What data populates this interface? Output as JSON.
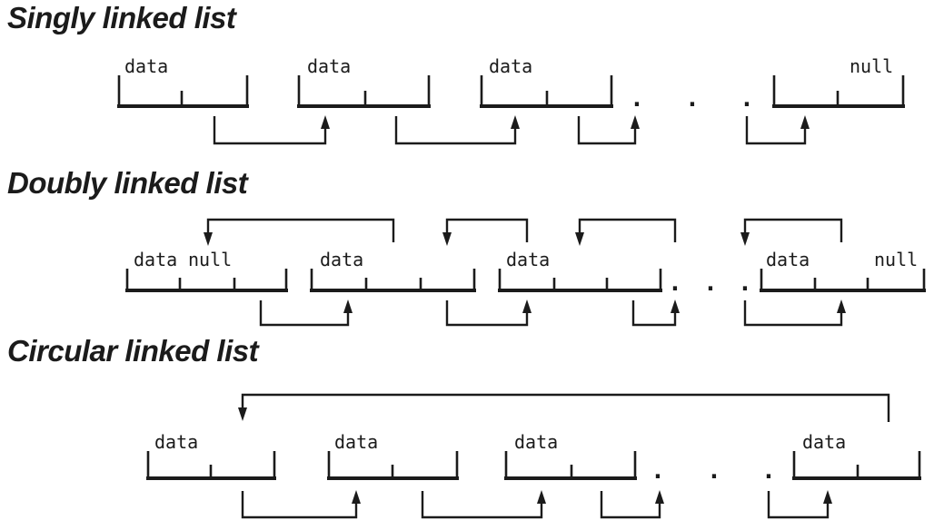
{
  "colors": {
    "ink": "#1b1b1b",
    "background": "#ffffff"
  },
  "singly": {
    "title": "Singly linked list",
    "labels": [
      "data",
      "data",
      "data",
      "null"
    ],
    "dots": [
      ".",
      ".",
      "."
    ]
  },
  "doubly": {
    "title": "Doubly linked list",
    "labels": [
      "data",
      "null",
      "data",
      "data",
      "data",
      "null"
    ],
    "dots": [
      ".",
      ".",
      "."
    ]
  },
  "circular": {
    "title": "Circular linked list",
    "labels": [
      "data",
      "data",
      "data",
      "data"
    ],
    "dots": [
      ".",
      ".",
      "."
    ]
  }
}
